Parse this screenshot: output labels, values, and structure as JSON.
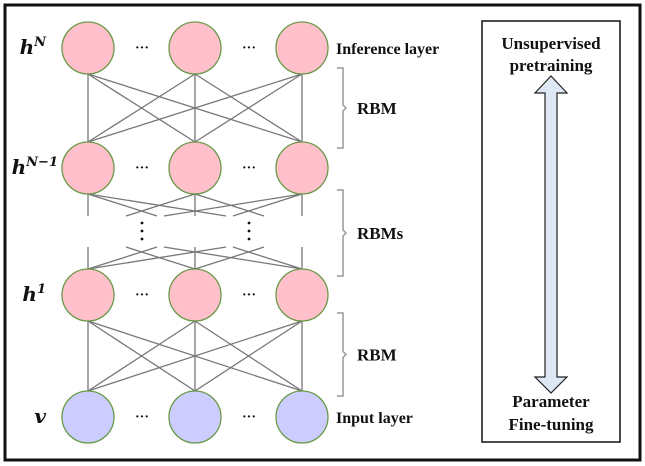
{
  "layers": [
    {
      "id": "hN",
      "symbol": "h",
      "superscript": "N",
      "role_label": "Inference layer",
      "color": "#ffc0cb"
    },
    {
      "id": "hN-1",
      "symbol": "h",
      "superscript": "N−1",
      "role_label": "",
      "color": "#ffc0cb"
    },
    {
      "id": "h1",
      "symbol": "h",
      "superscript": "1",
      "role_label": "",
      "color": "#ffc0cb"
    },
    {
      "id": "v",
      "symbol": "v",
      "superscript": "",
      "role_label": "Input layer",
      "color": "#ccccff"
    }
  ],
  "nodes_per_layer": 3,
  "ellipsis": "···",
  "vertical_ellipsis": "⋮",
  "node_stroke": "#6a9a48",
  "edge_color": "#777777",
  "brackets": [
    {
      "label": "RBM"
    },
    {
      "label": "RBMs"
    },
    {
      "label": "RBM"
    }
  ],
  "side_panel": {
    "top_label": [
      "Unsupervised",
      "pretraining"
    ],
    "bottom_label": [
      "Parameter",
      "Fine-tuning"
    ],
    "arrow_fill": "#dde8f4",
    "arrow_direction": "bidirectional-vertical"
  }
}
